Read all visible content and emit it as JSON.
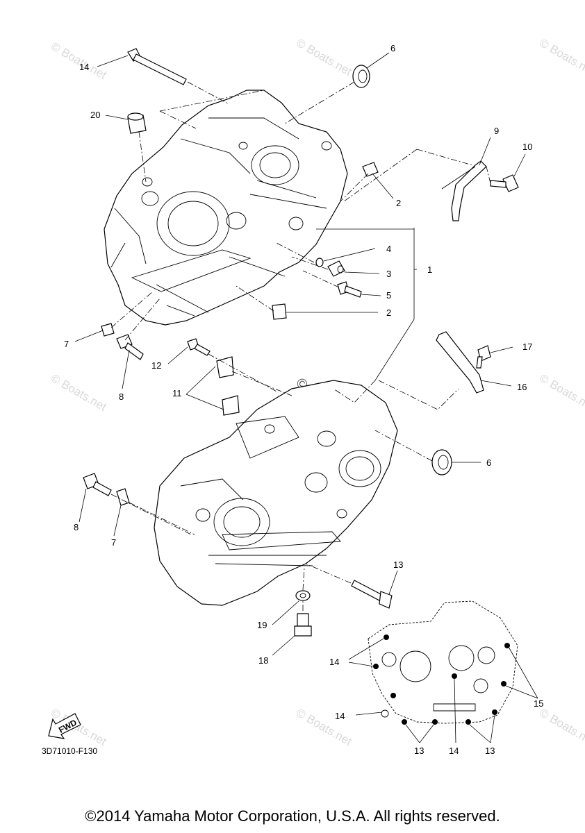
{
  "callouts": {
    "c1": "1",
    "c2a": "2",
    "c2b": "2",
    "c3": "3",
    "c4": "4",
    "c5": "5",
    "c6a": "6",
    "c6b": "6",
    "c7a": "7",
    "c7b": "7",
    "c8a": "8",
    "c8b": "8",
    "c9": "9",
    "c10": "10",
    "c11": "11",
    "c12": "12",
    "c13a": "13",
    "c14a": "14",
    "c16": "16",
    "c17": "17",
    "c18": "18",
    "c19": "19",
    "c20": "20"
  },
  "inset_callouts": {
    "i14a": "14",
    "i14b": "14",
    "i14c": "14",
    "i15": "15",
    "i13a": "13",
    "i13b": "13"
  },
  "watermarks": {
    "small": "© Boats.net",
    "center": "© Boats.net"
  },
  "fwd_label": "FWD",
  "diagram_ref": "3D71010-F130",
  "copyright": "©2014 Yamaha Motor Corporation, U.S.A. All rights reserved."
}
